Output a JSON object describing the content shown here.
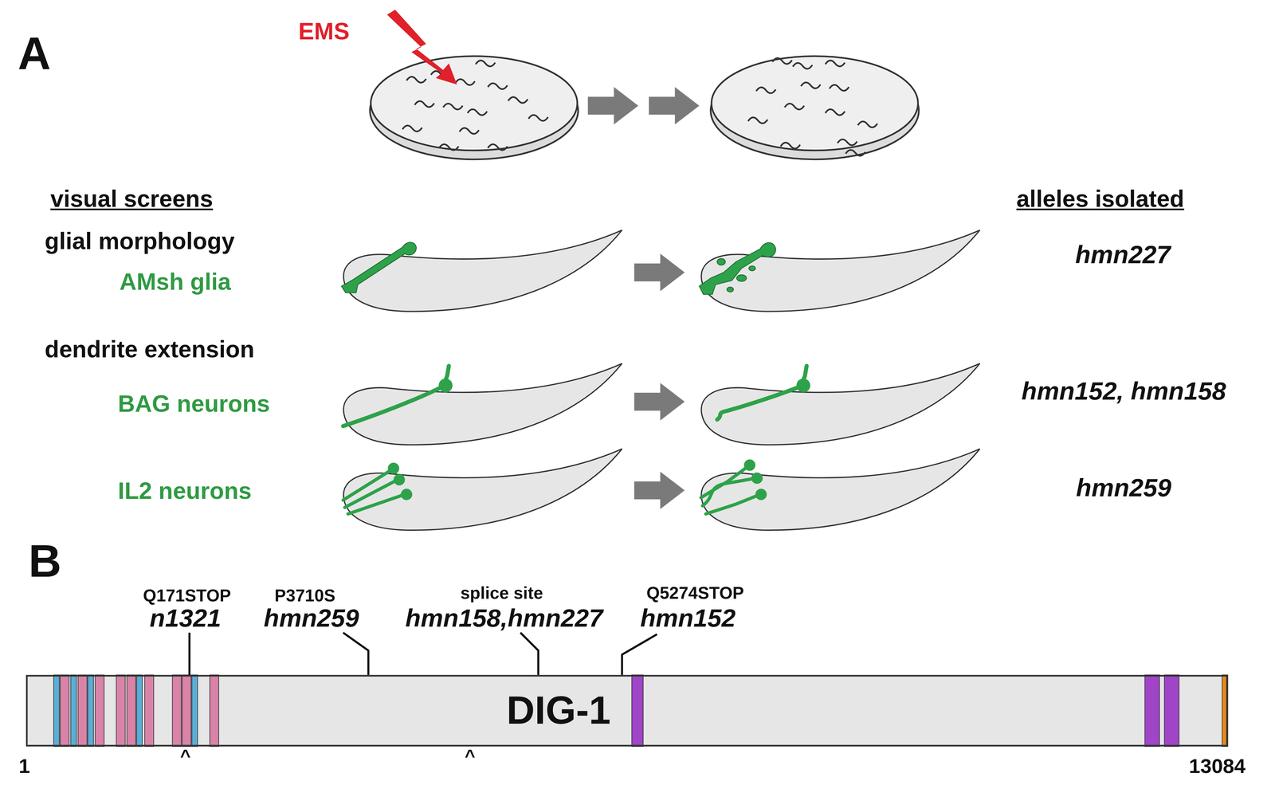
{
  "diagram": {
    "nodes": [
      {
        "text": [
          "DIG-1"
        ]
      }
    ],
    "labels": [
      "A",
      "EMS",
      "visual screens",
      "alleles isolated",
      "glial morphology",
      "AMsh glia",
      "hmn227",
      "dendrite extension",
      "BAG neurons",
      "hmn152, hmn158",
      "IL2 neurons",
      "hmn259",
      "B",
      "Q171STOP",
      "n1321",
      "P3710S",
      "hmn259",
      "splice site",
      "hmn158,hmn227",
      "Q5274STOP",
      "hmn152",
      "^",
      "^",
      "1",
      "13084"
    ]
  }
}
